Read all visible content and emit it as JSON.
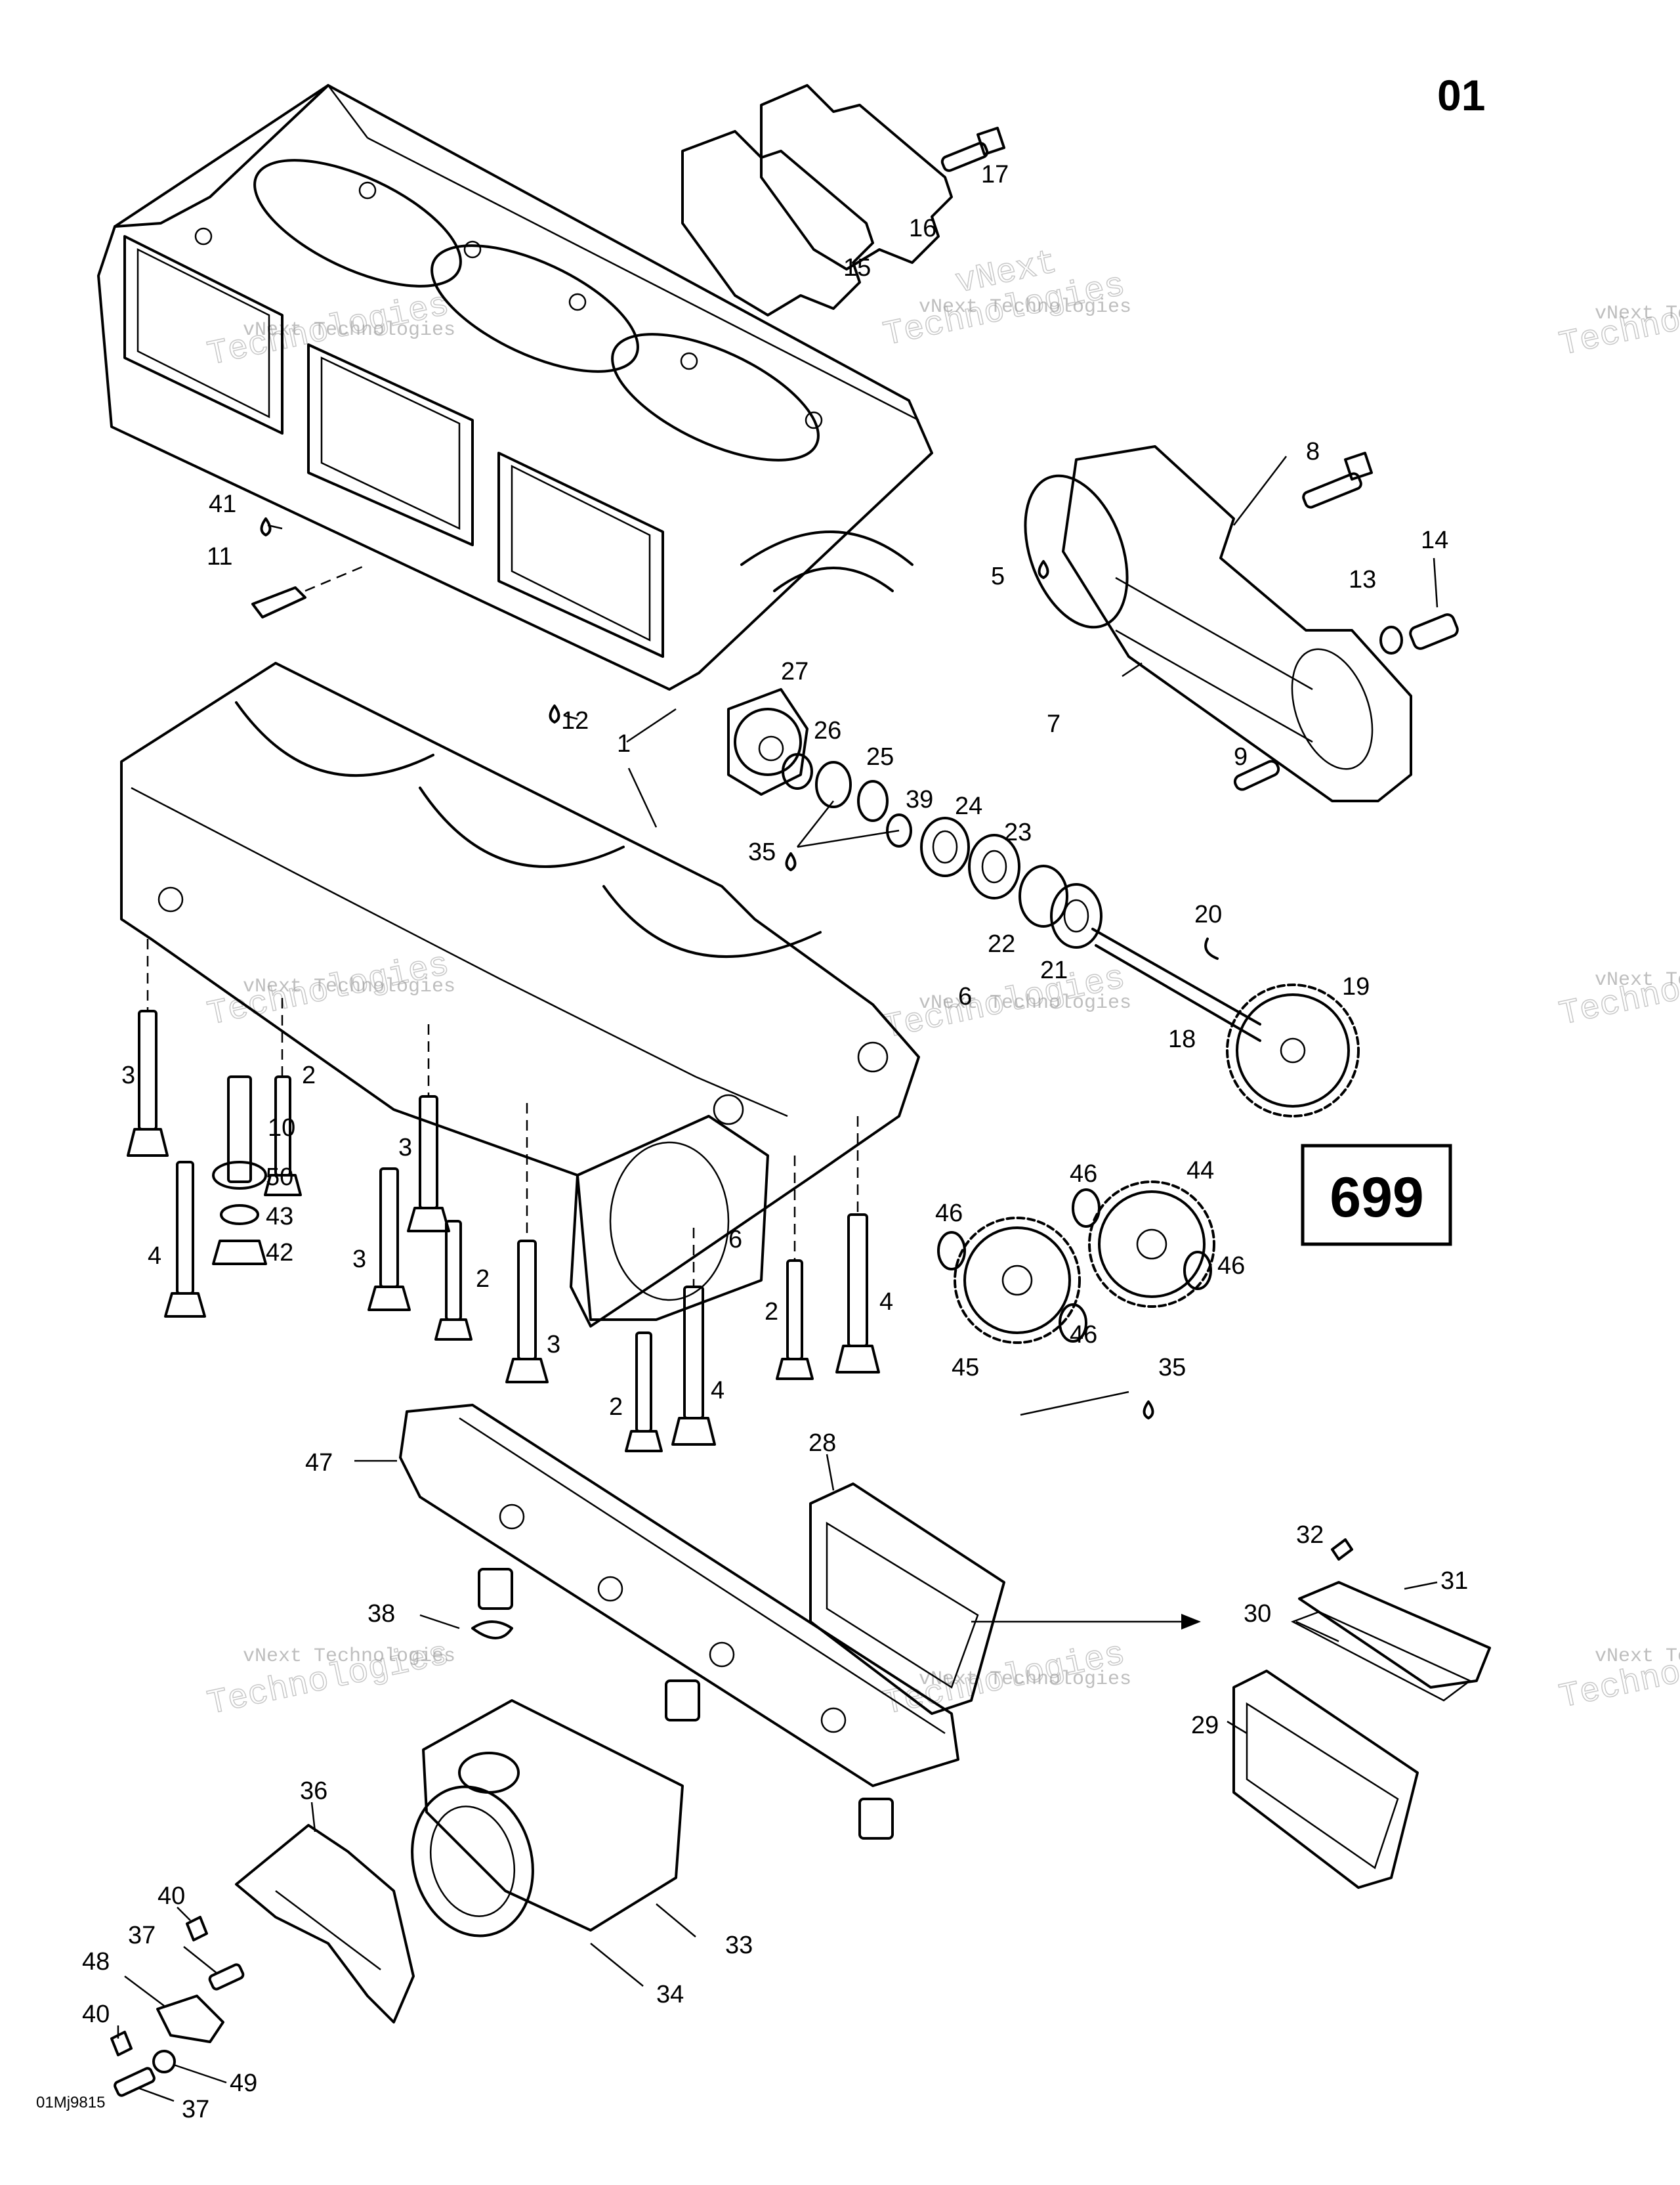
{
  "page_code": "01",
  "reference_box": "699",
  "drawing_id": "01Mj9815",
  "watermark": {
    "line1": "vNext Technologies",
    "line2": "Technologies",
    "line3": "vNext"
  },
  "callouts": {
    "c1": "1",
    "c2a": "2",
    "c2b": "2",
    "c2c": "2",
    "c2d": "2",
    "c3a": "3",
    "c3b": "3",
    "c3c": "3",
    "c3d": "3",
    "c4a": "4",
    "c4b": "4",
    "c4c": "4",
    "c5": "5",
    "c6a": "6",
    "c6b": "6",
    "c7": "7",
    "c8": "8",
    "c9": "9",
    "c10": "10",
    "c11": "11",
    "c12": "12",
    "c13": "13",
    "c14": "14",
    "c15": "15",
    "c16": "16",
    "c17": "17",
    "c18": "18",
    "c19": "19",
    "c20": "20",
    "c21": "21",
    "c22": "22",
    "c23": "23",
    "c24": "24",
    "c25": "25",
    "c26": "26",
    "c27": "27",
    "c28": "28",
    "c29": "29",
    "c30": "30",
    "c31": "31",
    "c32": "32",
    "c33": "33",
    "c34": "34",
    "c35a": "35",
    "c35b": "35",
    "c36": "36",
    "c37a": "37",
    "c37b": "37",
    "c38": "38",
    "c39": "39",
    "c40a": "40",
    "c40b": "40",
    "c41": "41",
    "c42": "42",
    "c43": "43",
    "c44": "44",
    "c45": "45",
    "c46a": "46",
    "c46b": "46",
    "c46c": "46",
    "c46d": "46",
    "c47": "47",
    "c48": "48",
    "c49": "49",
    "c50": "50"
  }
}
